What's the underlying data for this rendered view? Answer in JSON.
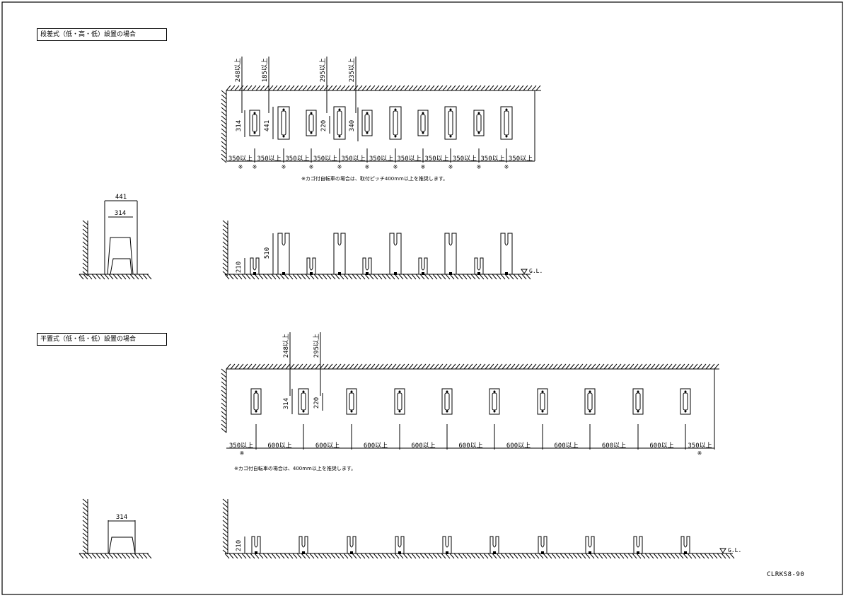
{
  "section1": {
    "title": "段差式（低・高・低）設置の場合",
    "note": "※カゴ付自転車の場合は、取付ピッチ400mm以上を推奨します。",
    "gap_label": "350以上",
    "edge_mark": "※",
    "top_dims": [
      "248以上",
      "185以上",
      "295以上",
      "235以上"
    ],
    "height_dims": [
      "314",
      "441",
      "220",
      "340"
    ],
    "elev_dims": [
      "210",
      "510"
    ],
    "side_dims": [
      "441",
      "314"
    ]
  },
  "section2": {
    "title": "平置式（低・低・低）設置の場合",
    "note": "※カゴ付自転車の場合は、400mm以上を推奨します。",
    "end_label": "350以上",
    "gap_label": "600以上",
    "edge_mark": "※",
    "top_dims": [
      "248以上",
      "295以上"
    ],
    "height_dims": [
      "314",
      "220"
    ],
    "elev_dims": [
      "210"
    ],
    "side_dims": [
      "314"
    ]
  },
  "gl_label": "G.L.",
  "drawing_code": "CLRKS8-90"
}
